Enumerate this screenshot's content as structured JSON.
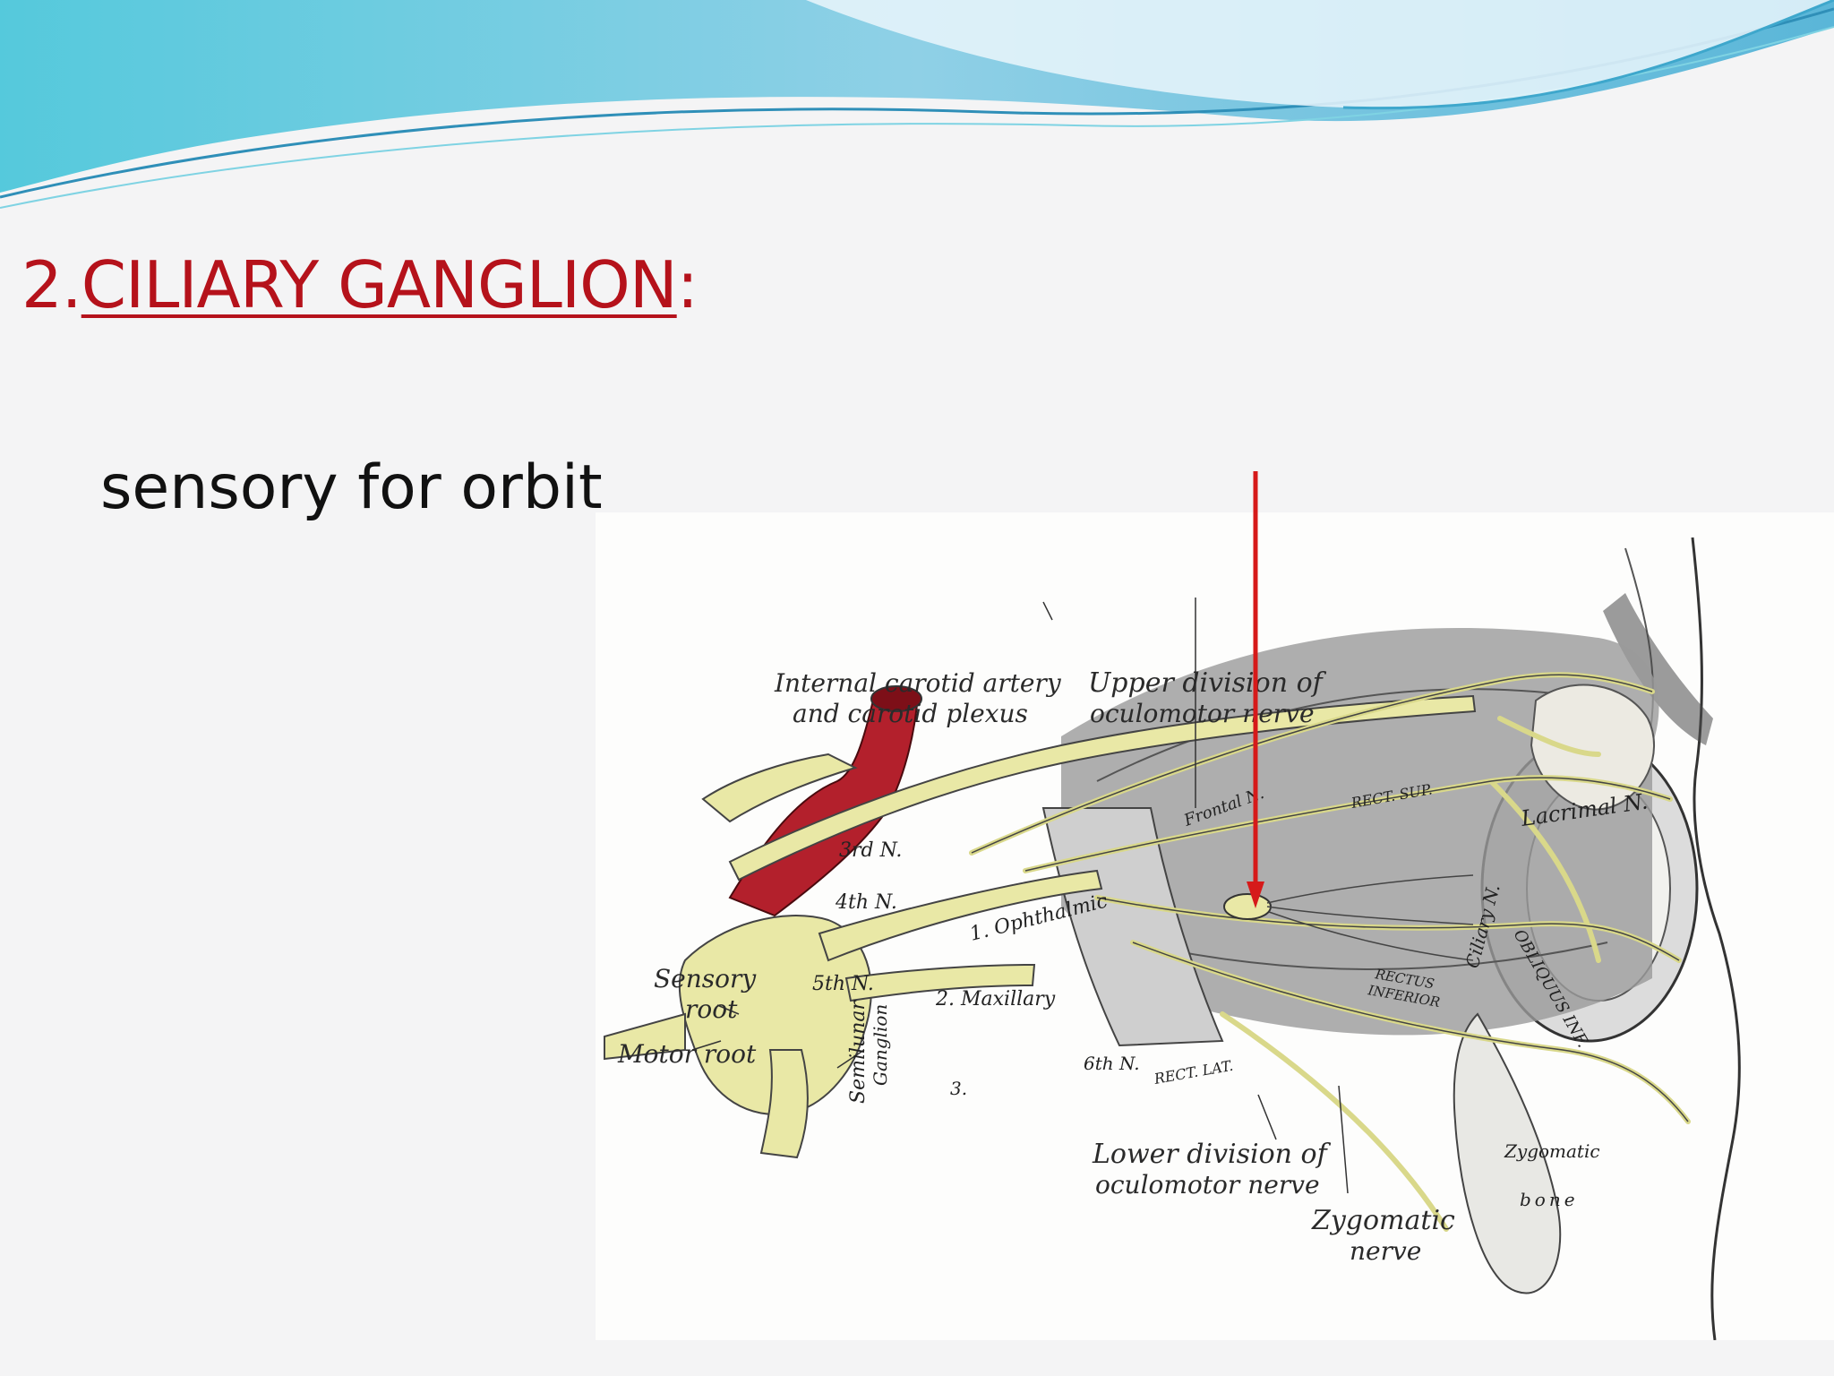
{
  "slide": {
    "title_number": "2.",
    "title_text": "CILIARY GANGLION",
    "title_colon": ":",
    "bullet": "sensory for orbit"
  },
  "figure": {
    "labels": {
      "internal_carotid_line1": "Internal carotid artery",
      "internal_carotid_line2": "and carotid plexus",
      "upper_division_line1": "Upper division of",
      "upper_division_line2": "oculomotor nerve",
      "third_n": "3rd N.",
      "fourth_n": "4th N.",
      "ophthalmic": "1. Ophthalmic",
      "frontal_n": "Frontal N.",
      "rect_sup": "RECT. SUP.",
      "lacrimal_n": "Lacrimal N.",
      "sensory_root_line1": "Sensory",
      "sensory_root_line2": "root",
      "motor_root": "Motor root",
      "fifth_n": "5th N.",
      "semilunar_ganglion_line1": "Semilunar",
      "semilunar_ganglion_line2": "Ganglion",
      "maxillary": "2. Maxillary",
      "third_division": "3.",
      "sixth_n": "6th N.",
      "rect_lat": "RECT. LAT.",
      "rectus_inferior_line1": "RECTUS",
      "rectus_inferior_line2": "INFERIOR",
      "ciliary_n": "Ciliary N.",
      "obliquus_inf": "OBLIQUUS INF.",
      "lower_division_line1": "Lower division of",
      "lower_division_line2": "oculomotor nerve",
      "zygomatic_nerve_line1": "Zygomatic",
      "zygomatic_nerve_line2": "nerve",
      "zygomatic_bone_line1": "Zygomatic",
      "zygomatic_bone_line2": "bone"
    }
  },
  "colors": {
    "title": "#b5121b",
    "arrow": "#d61a1a",
    "nerve": "#e9e8a6",
    "artery": "#b3202c",
    "wave": "#5fc2dc"
  }
}
